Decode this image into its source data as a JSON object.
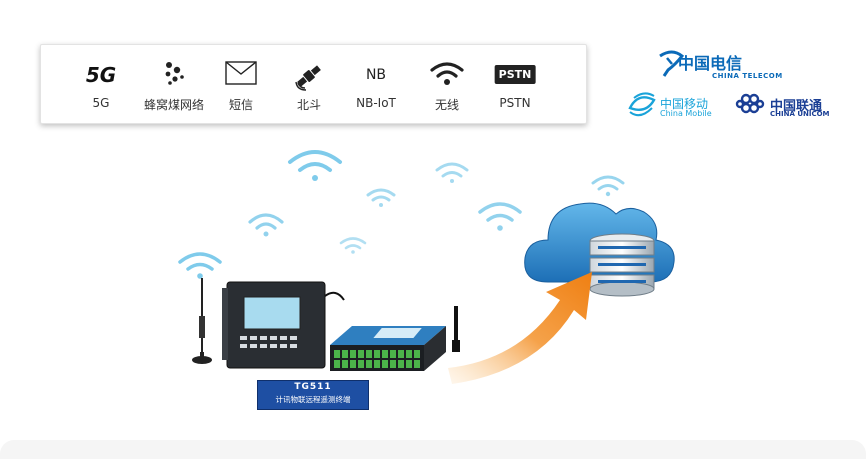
{
  "tech_bar": {
    "items": [
      {
        "label": "5G",
        "icon": "5g-icon",
        "glyph": "5G"
      },
      {
        "label": "蜂窝煤网络",
        "icon": "honeycomb-network-icon"
      },
      {
        "label": "短信",
        "icon": "envelope-icon"
      },
      {
        "label": "北斗",
        "icon": "satellite-icon"
      },
      {
        "label": "NB-IoT",
        "icon": "nb-iot-icon",
        "glyph": "NB"
      },
      {
        "label": "无线",
        "icon": "wifi-icon"
      },
      {
        "label": "PSTN",
        "icon": "pstn-icon",
        "glyph": "PSTN"
      }
    ]
  },
  "carriers": {
    "telecom": {
      "name": "中国电信",
      "en": "CHINA TELECOM",
      "color": "#0b6ab8"
    },
    "mobile": {
      "name": "中国移动",
      "en": "China Mobile",
      "color": "#1aa3d9"
    },
    "unicom": {
      "name": "中国联通",
      "en": "CHINA UNICOM",
      "color": "#1b3f95"
    }
  },
  "device": {
    "model": "TG511",
    "description": "计讯物联远程遥测终端"
  },
  "colors": {
    "wifi": "#6ec3ea",
    "arrow": "#f08a1c",
    "cloud": "#2f87c8",
    "label_bg": "#1e4fa3"
  }
}
